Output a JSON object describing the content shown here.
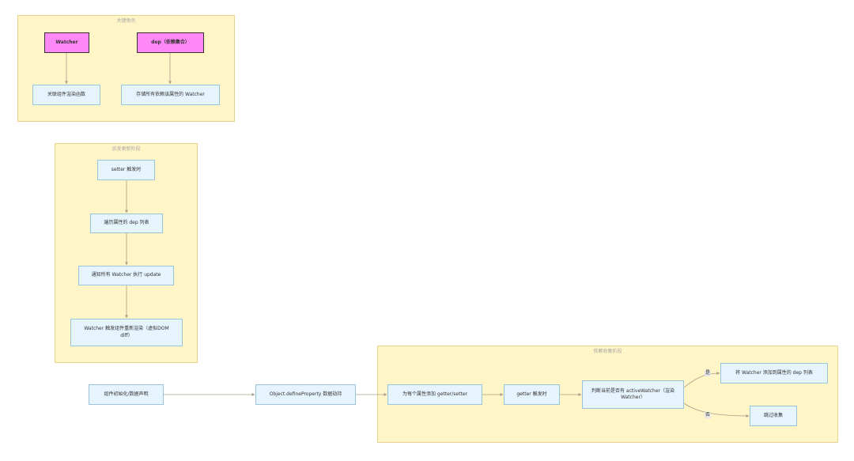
{
  "groups": {
    "roles": {
      "title": "关键角色"
    },
    "trigger": {
      "title": "派发更新阶段"
    },
    "collect": {
      "title": "依赖收集阶段"
    }
  },
  "nodes": {
    "watcher": "Watcher",
    "dep": "dep（依赖集合）",
    "render_fn": "关联组件渲染函数",
    "dep_store": "存储所有依赖该属性的 Watcher",
    "setter": "setter 触发时",
    "traverse": "遍历属性的 dep 列表",
    "notify": "通知所有 Watcher 执行 update",
    "rerender": "Watcher 触发组件重新渲染（虚拟DOM diff）",
    "init": "组件初始化/数据声明",
    "define": "Object.defineProperty 数据劫持",
    "add_gs": "为每个属性添加 getter/setter",
    "getter": "getter 触发时",
    "judge": "判断当前是否有 activeWatcher（渲染Watcher）",
    "add_dep": "将 Watcher 添加到属性的 dep 列表",
    "skip": "跳过收集"
  },
  "edge_labels": {
    "yes": "是",
    "no": "否"
  },
  "colors": {
    "group_fill": "#fff5c7",
    "node_fill": "#e6f4fd",
    "key_fill": "#ff88f7",
    "edge": "#a89f8a"
  }
}
